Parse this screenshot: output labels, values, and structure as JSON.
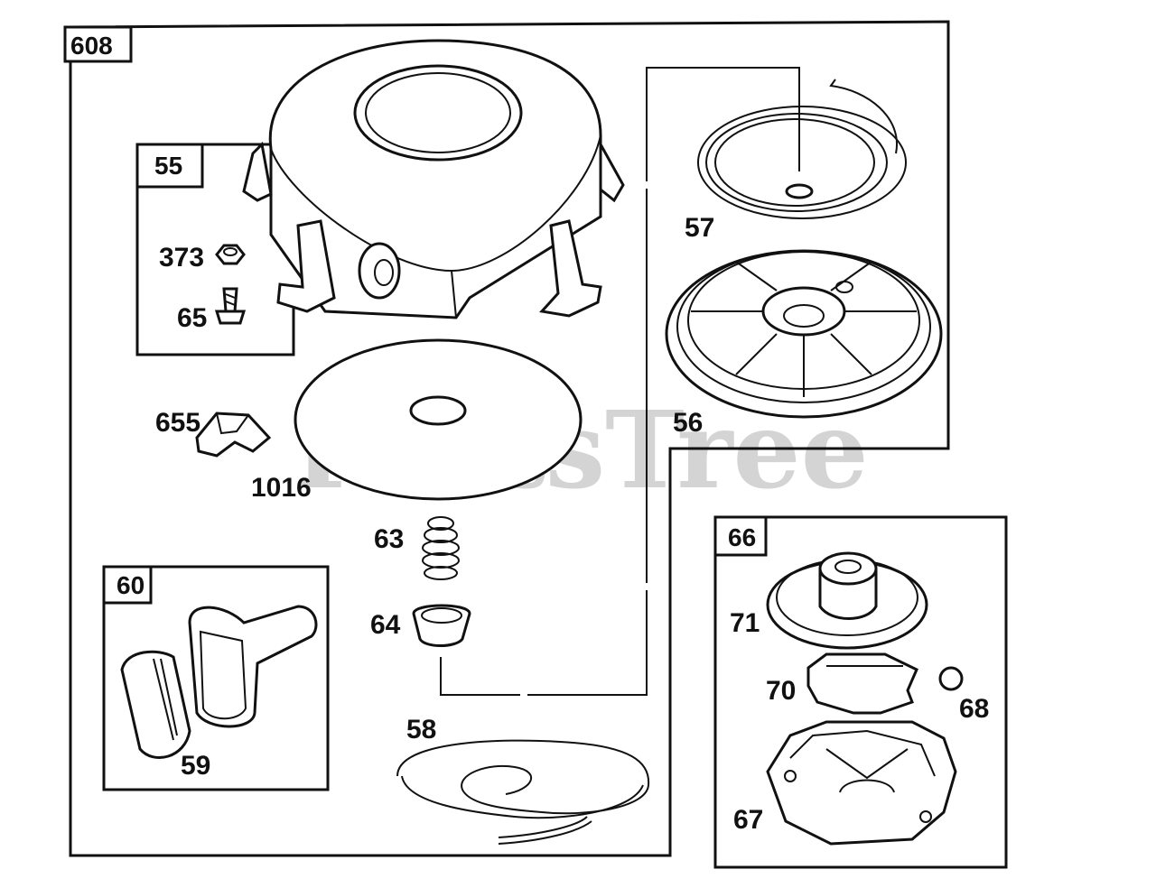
{
  "diagram": {
    "watermark": "PartsTree",
    "watermark_mark": "®",
    "groups": {
      "assembly": "608",
      "hardware": "55",
      "handle": "60",
      "starter_clutch": "66"
    },
    "parts": {
      "p373": "373",
      "p65": "65",
      "p655": "655",
      "p1016": "1016",
      "p63": "63",
      "p64": "64",
      "p59": "59",
      "p58": "58",
      "p57": "57",
      "p56": "56",
      "p71": "71",
      "p70": "70",
      "p68": "68",
      "p67": "67"
    }
  }
}
